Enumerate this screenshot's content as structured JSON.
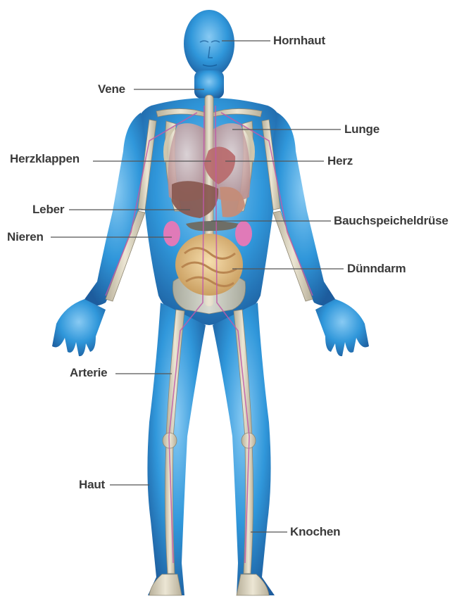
{
  "labels": {
    "hornhaut": "Hornhaut",
    "vene": "Vene",
    "lunge": "Lunge",
    "herzklappen": "Herzklappen",
    "herz": "Herz",
    "leber": "Leber",
    "bauchspeicheldruese": "Bauchspeicheldrüse",
    "nieren": "Nieren",
    "duenndarm": "Dünndarm",
    "arterie": "Arterie",
    "haut": "Haut",
    "knochen": "Knochen"
  },
  "colors": {
    "skin": "#1f8fd8",
    "skin_dark": "#0a4f95",
    "bone": "#d8d1bd",
    "organ": "#c9a08f",
    "intestine": "#e4c08a",
    "kidney": "#e07ab8",
    "vessel": "#c05aa8",
    "leader_line": "#555555",
    "label_text": "#3a3a3a"
  }
}
